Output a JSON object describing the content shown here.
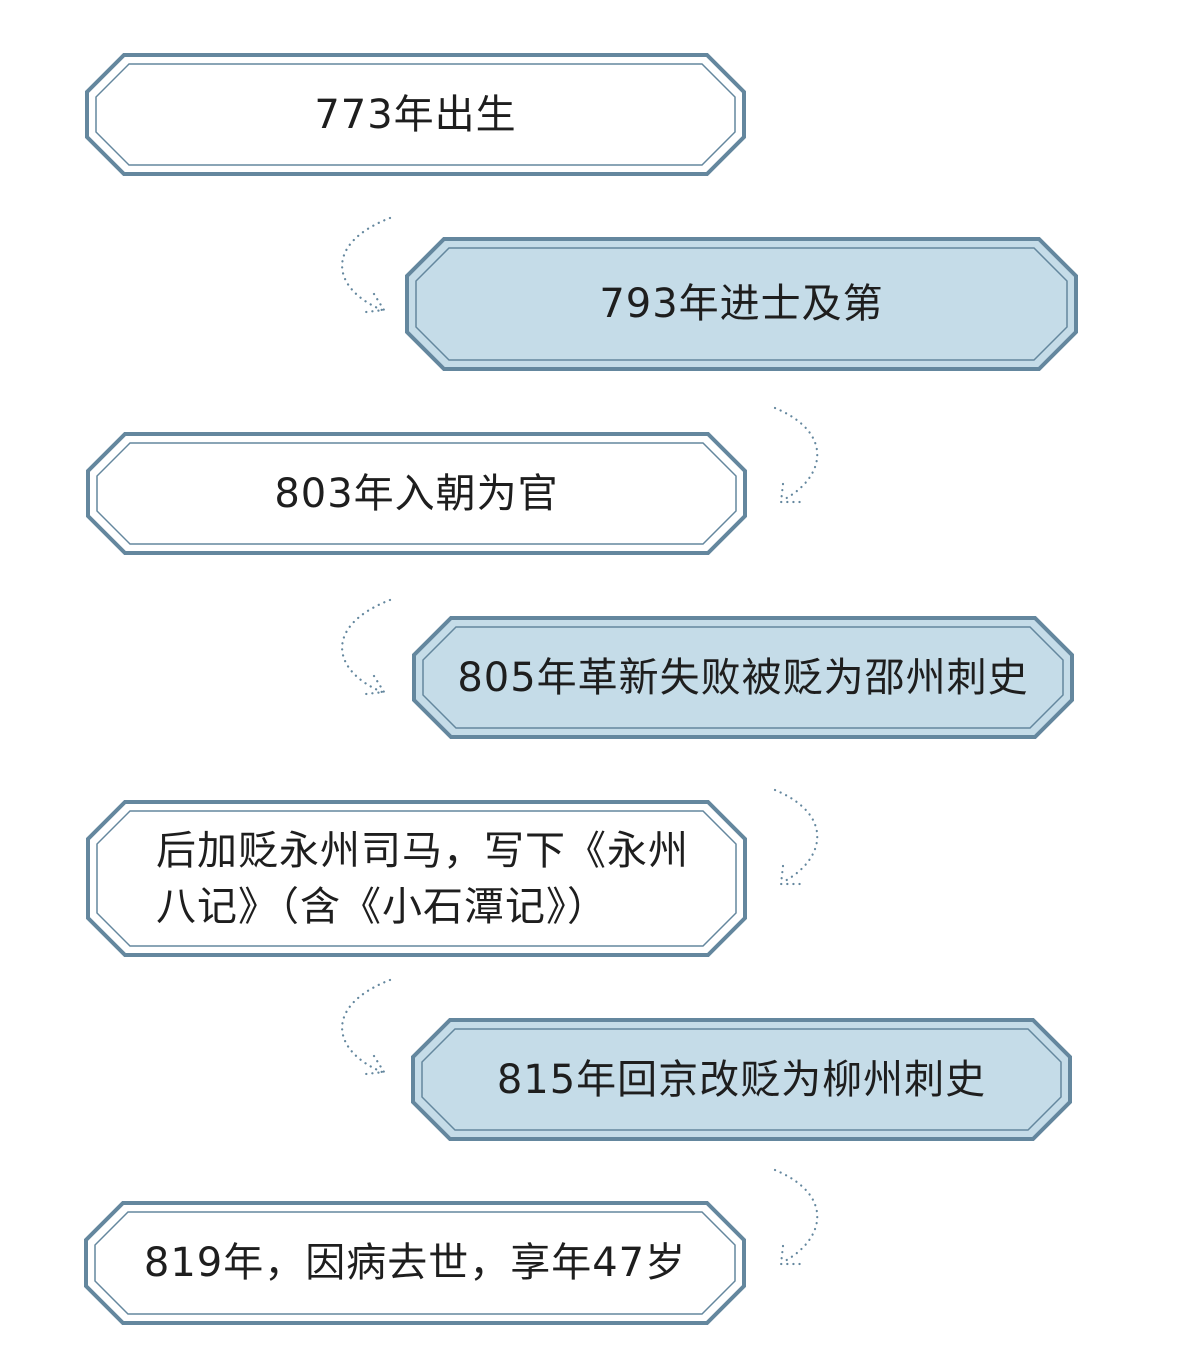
{
  "colors": {
    "border": "#64879e",
    "highlight_fill": "#c5dce8",
    "plain_fill": "#ffffff",
    "text": "#1e1e1e"
  },
  "steps": [
    {
      "text": "773年出生",
      "highlight": false
    },
    {
      "text": "793年进士及第",
      "highlight": true
    },
    {
      "text": "803年入朝为官",
      "highlight": false
    },
    {
      "text": "805年革新失败被贬为邵州刺史",
      "highlight": true
    },
    {
      "text": "后加贬永州司马，写下《永州八记》（含《小石潭记》）",
      "highlight": false
    },
    {
      "text": "815年回京改贬为柳州刺史",
      "highlight": true
    },
    {
      "text": "819年，因病去世，享年47岁",
      "highlight": false
    }
  ]
}
